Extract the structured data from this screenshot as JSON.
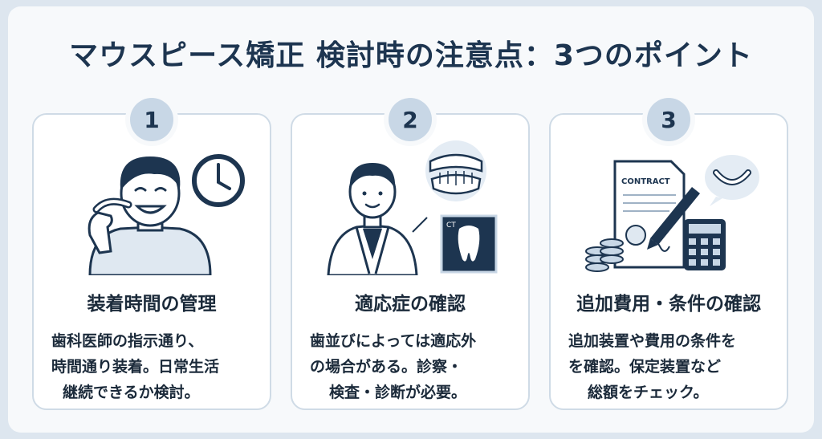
{
  "title": "マウスピース矯正 検討時の注意点：3つのポイント",
  "colors": {
    "navy": "#1d3550",
    "badge": "#c8d7e6",
    "card_border": "#cfdbe6",
    "background": "#dde6ef"
  },
  "cards": [
    {
      "number": "1",
      "title": "装着時間の管理",
      "body": [
        "歯科医師の指示通り、",
        "時間通り装着。日常生活",
        "継続できるか検討。"
      ],
      "icons": [
        "smiling-man-icon",
        "aligner-icon",
        "clock-icon"
      ]
    },
    {
      "number": "2",
      "title": "適応症の確認",
      "body": [
        "歯並びによっては適応外",
        "の場合がある。診察・",
        "検査・診断が必要。"
      ],
      "icons": [
        "dentist-icon",
        "dental-model-icon",
        "tooth-ct-scan-icon"
      ],
      "ct_label": "CT"
    },
    {
      "number": "3",
      "title": "追加費用・条件の確認",
      "body": [
        "追加装置や費用の条件を",
        "を確認。保定装置など",
        "総額をチェック。"
      ],
      "icons": [
        "contract-document-icon",
        "pen-icon",
        "coins-icon",
        "calculator-icon",
        "retainer-bubble-icon"
      ],
      "contract_label": "CONTRACT"
    }
  ]
}
